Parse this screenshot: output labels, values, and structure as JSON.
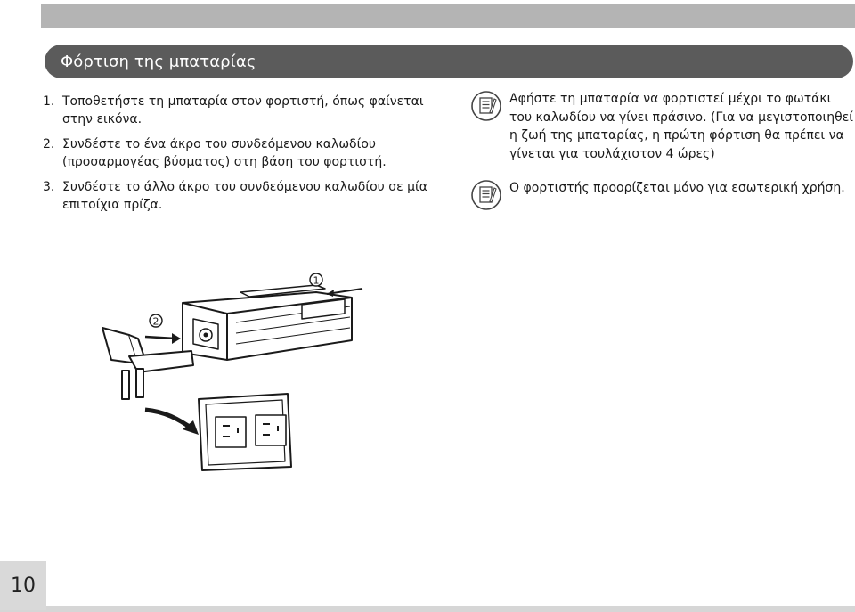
{
  "section": {
    "title": "Φόρτιση της μπαταρίας"
  },
  "steps": [
    {
      "num": "1.",
      "text": "Τοποθετήστε τη μπαταρία στον φορτιστή, όπως φαίνεται στην εικόνα."
    },
    {
      "num": "2.",
      "text": "Συνδέστε το ένα άκρο του συνδεόμενου καλωδίου (προσαρμογέας βύσματος) στη βάση του φορτιστή."
    },
    {
      "num": "3.",
      "text": "Συνδέστε το άλλο άκρο του συνδεόμενου καλωδίου σε μία επιτοίχια πρίζα."
    }
  ],
  "notes": [
    {
      "icon": "note-icon",
      "text": "Αφήστε τη μπαταρία να φορτιστεί μέχρι το φωτάκι του καλωδίου να γίνει πράσινο. (Για να μεγιστοποιηθεί η ζωή της μπαταρίας, η πρώτη φόρτιση θα πρέπει να γίνεται για τουλάχιστον 4 ώρες)"
    },
    {
      "icon": "note-icon",
      "text": "Ο φορτιστής προορίζεται μόνο για εσωτερική χρήση."
    }
  ],
  "illustration": {
    "callout_1": "1",
    "callout_2": "2"
  },
  "footer": {
    "page_number": "10"
  }
}
